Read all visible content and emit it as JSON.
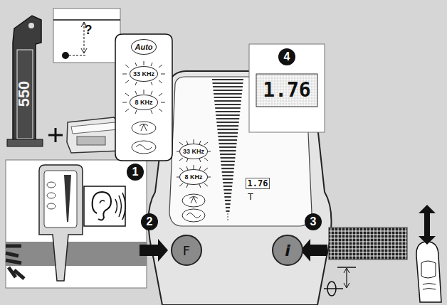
{
  "diagram": {
    "nodes": [
      {
        "text": [
          "Auto"
        ]
      },
      {
        "text": [
          "33 KHz"
        ]
      },
      {
        "text": [
          "8 KHz"
        ]
      },
      {
        "text": [
          "33 KHz"
        ]
      },
      {
        "text": [
          "8 KHz"
        ]
      },
      {
        "text": [
          "F"
        ]
      },
      {
        "text": [
          "i"
        ]
      }
    ],
    "labels": [
      "?",
      "550",
      "1",
      "2",
      "3",
      "4",
      "1.76",
      "1.76",
      "T"
    ]
  }
}
